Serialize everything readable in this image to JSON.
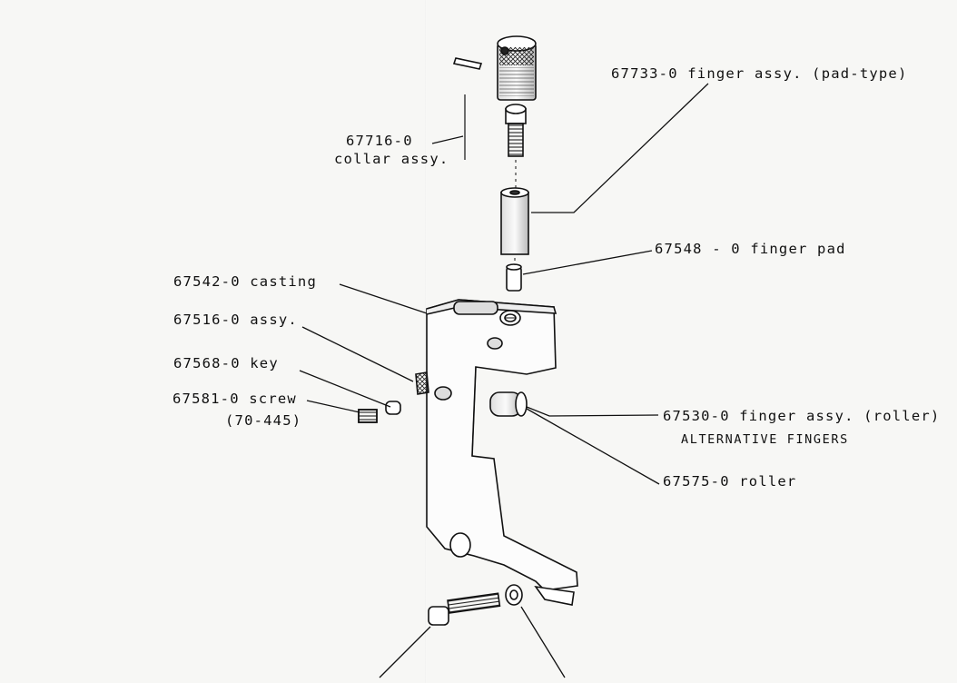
{
  "labels": {
    "finger_assy_pad": "67733-0  finger assy. (pad-type)",
    "collar_assy_num": "67716-0",
    "collar_assy_text": "collar assy.",
    "finger_pad": "67548 - 0  finger pad",
    "casting": "67542-0  casting",
    "assy": "67516-0  assy.",
    "key": "67568-0  key",
    "screw": "67581-0  screw",
    "screw_ref": "(70-445)",
    "finger_assy_roller": "67530-0  finger assy. (roller)",
    "alternative": "ALTERNATIVE  FINGERS",
    "roller": "67575-0  roller"
  }
}
